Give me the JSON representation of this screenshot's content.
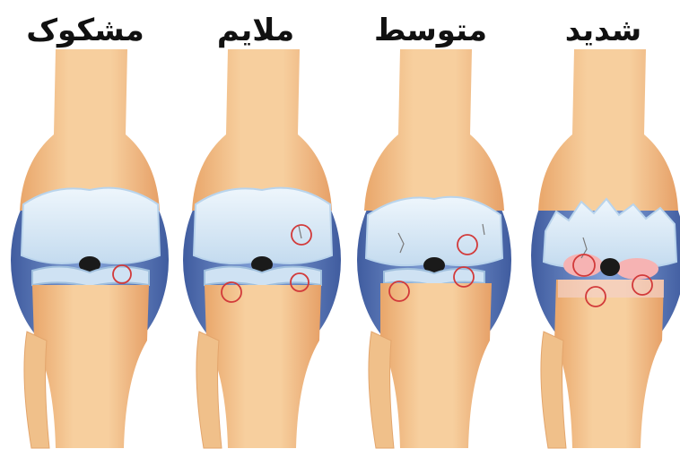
{
  "stages": [
    {
      "label": "مشکوک"
    },
    {
      "label": "ملایم"
    },
    {
      "label": "متوسط"
    },
    {
      "label": "شدید"
    }
  ],
  "colors": {
    "bone": "#f3c795",
    "bone_shadow": "#e7a870",
    "cartilage": "#dcebf7",
    "cartilage_edge": "#b9d4ec",
    "capsule": "#3a63b5",
    "lesion": "#d23a3a",
    "inflamed": "#f6b3b3"
  }
}
